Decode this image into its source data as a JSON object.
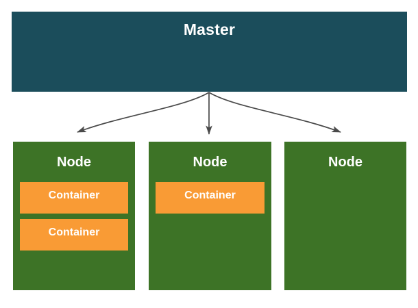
{
  "diagram": {
    "type": "hierarchy",
    "background_color": "#ffffff",
    "master": {
      "label": "Master",
      "color": "#1b4d5b",
      "text_color": "#ffffff"
    },
    "node_color": "#3d7326",
    "container_color": "#f99b35",
    "node_text_color": "#ffffff",
    "container_text_color": "#ffffff",
    "arrow_color": "#4a4a4a",
    "nodes": [
      {
        "label": "Node",
        "containers": [
          {
            "label": "Container"
          },
          {
            "label": "Container"
          }
        ]
      },
      {
        "label": "Node",
        "containers": [
          {
            "label": "Container"
          }
        ]
      },
      {
        "label": "Node",
        "containers": []
      }
    ],
    "edges": [
      {
        "from": "master",
        "to": "node-0",
        "style": "curved-arrow"
      },
      {
        "from": "master",
        "to": "node-1",
        "style": "straight-arrow"
      },
      {
        "from": "master",
        "to": "node-2",
        "style": "curved-arrow"
      }
    ]
  }
}
